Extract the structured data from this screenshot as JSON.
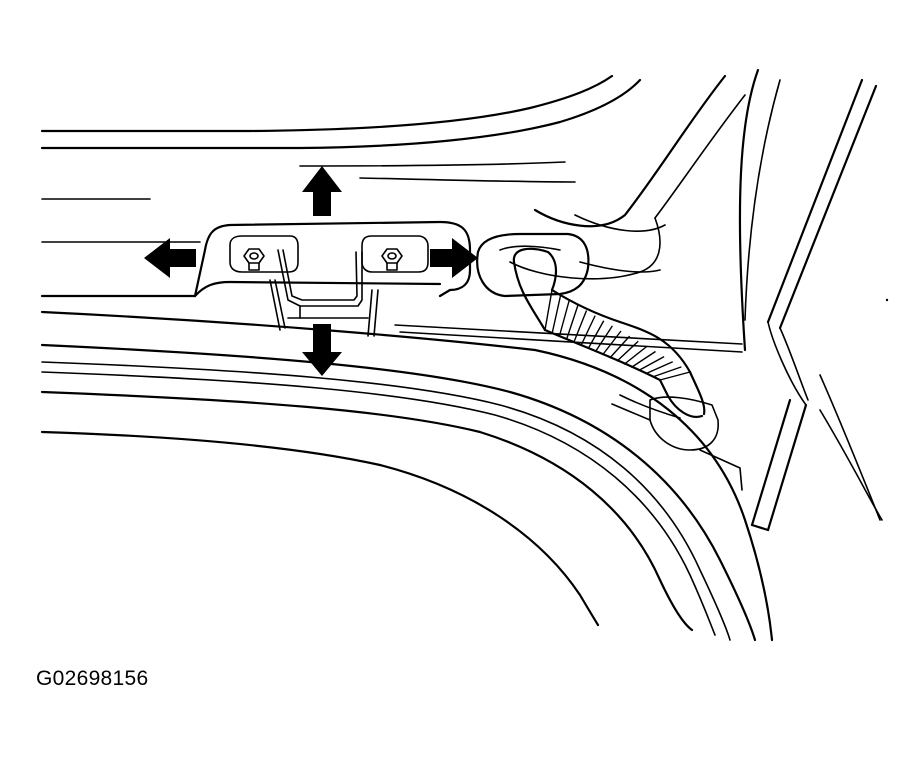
{
  "figure": {
    "id_label": "G02698156",
    "ink_color": "#000000",
    "background_color": "#ffffff",
    "arrows": [
      {
        "name": "up-arrow-icon",
        "direction": "up"
      },
      {
        "name": "left-arrow-icon",
        "direction": "left"
      },
      {
        "name": "right-arrow-icon",
        "direction": "right"
      },
      {
        "name": "down-arrow-icon",
        "direction": "down"
      }
    ]
  }
}
